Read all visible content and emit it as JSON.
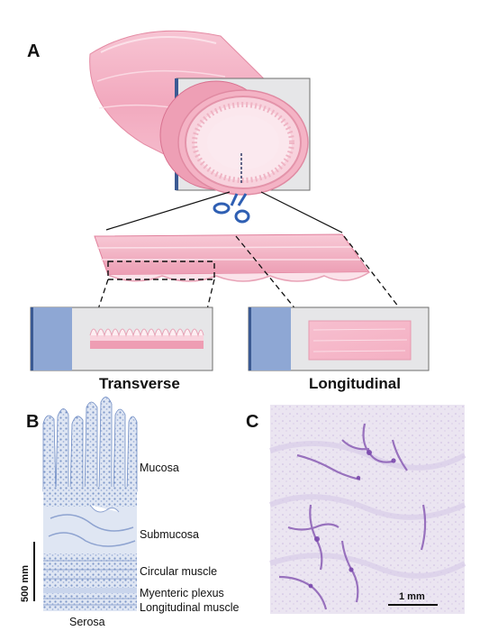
{
  "panels": {
    "a": {
      "letter": "A"
    },
    "b": {
      "letter": "B"
    },
    "c": {
      "letter": "C"
    }
  },
  "slides": {
    "transverse_label": "Transverse",
    "longitudinal_label": "Longitudinal"
  },
  "histology_b": {
    "layers": [
      "Mucosa",
      "Submucosa",
      "Circular muscle",
      "Myenteric plexus",
      "Longitudinal muscle"
    ],
    "bottom_label": "Serosa",
    "scale_bar_label": "500 mm"
  },
  "histology_c": {
    "scale_bar_label": "1 mm"
  },
  "colors": {
    "tissue_pink": "#f4b6c8",
    "tissue_dark_pink": "#e2829c",
    "slide_gray": "#e6e6e8",
    "slide_label_blue": "#8ea7d4",
    "slide_edge_blue": "#3b5a93",
    "scissors_blue": "#2f5fb3",
    "he_blue": "#9eb3d8",
    "stain_purple": "#8a5db5"
  }
}
